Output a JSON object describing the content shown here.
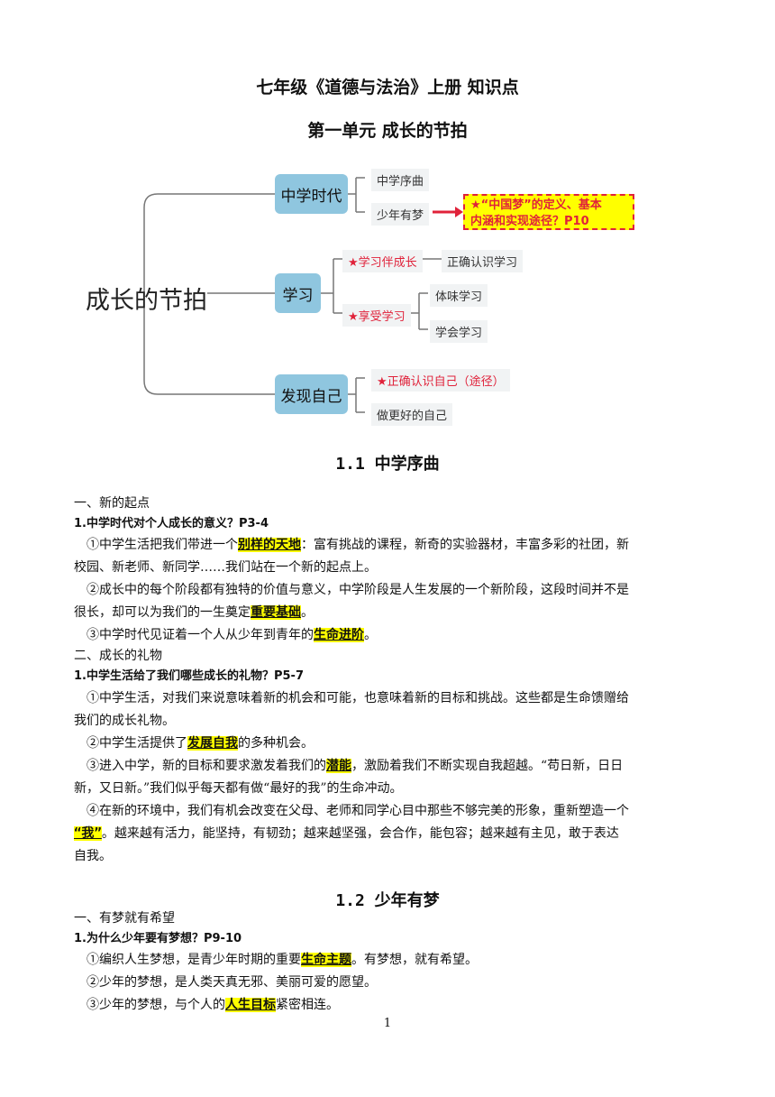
{
  "header": {
    "doc_title": "七年级《道德与法治》上册 知识点",
    "unit_title": "第一单元 成长的节拍"
  },
  "mindmap": {
    "root": "成长的节拍",
    "branches": [
      {
        "label": "中学时代",
        "children": [
          "中学序曲",
          "少年有梦"
        ]
      },
      {
        "label": "学习",
        "children": [
          "★学习伴成长",
          "★享受学习"
        ],
        "sub_a": "正确认识学习",
        "sub_b": [
          "体味学习",
          "学会学习"
        ]
      },
      {
        "label": "发现自己",
        "children": [
          "★正确认识自己（途径）",
          "做更好的自己"
        ]
      }
    ],
    "callout_line1": "★“中国梦”的定义、基本",
    "callout_line2": "内涵和实现途径？P10",
    "colors": {
      "node": "#8fc6df",
      "star_text": "#e0223a",
      "highlight": "#ffff00"
    }
  },
  "section1": {
    "title": "1.1 中学序曲",
    "h1": "一、新的起点",
    "q1": "1.中学时代对个人成长的意义？P3-4",
    "p1a": "①中学生活把我们带进一个",
    "p1a_hl": "别样的天地",
    "p1a_rest": "：富有挑战的课程，新奇的实验器材，丰富多彩的社团，新",
    "p1a_line2": "校园、新老师、新同学……我们站在一个新的起点上。",
    "p1b": "②成长中的每个阶段都有独特的价值与意义，中学阶段是人生发展的一个新阶段，这段时间并不是",
    "p1b_line2": "很长，却可以为我们的一生奠定",
    "p1b_hl": "重要基础",
    "p1b_end": "。",
    "p1c": "③中学时代见证着一个人从少年到青年的",
    "p1c_hl": "生命进阶",
    "p1c_end": "。",
    "h2": "二、成长的礼物",
    "q2": "1.中学生活给了我们哪些成长的礼物？P5-7",
    "p2a": "①中学生活，对我们来说意味着新的机会和可能，也意味着新的目标和挑战。这些都是生命馈赠给",
    "p2a_line2": "我们的成长礼物。",
    "p2b": "②中学生活提供了",
    "p2b_hl": "发展自我",
    "p2b_end": "的多种机会。",
    "p2c": "③进入中学，新的目标和要求激发着我们的",
    "p2c_hl": "潜能",
    "p2c_rest": "，激励着我们不断实现自我超越。“苟日新，日日",
    "p2c_line2": "新，又日新。”我们似乎每天都有做“最好的我”的生命冲动。",
    "p2d": "④在新的环境中，我们有机会改变在父母、老师和同学心目中那些不够完美的形象，重新塑造一个",
    "p2d_hl": "“我”",
    "p2d_rest": "。越来越有活力，能坚持，有韧劲；越来越坚强，会合作，能包容；越来越有主见，敢于表达",
    "p2d_line3": "自我。"
  },
  "section2": {
    "title": "1.2 少年有梦",
    "h1": "一、有梦就有希望",
    "q1": "1.为什么少年要有梦想？P9-10",
    "p1a": "①编织人生梦想，是青少年时期的重要",
    "p1a_hl": "生命主题",
    "p1a_end": "。有梦想，就有希望。",
    "p1b": "②少年的梦想，是人类天真无邪、美丽可爱的愿望。",
    "p1c": "③少年的梦想，与个人的",
    "p1c_hl": "人生目标",
    "p1c_end": "紧密相连。"
  },
  "footer": {
    "page_number": "1"
  }
}
